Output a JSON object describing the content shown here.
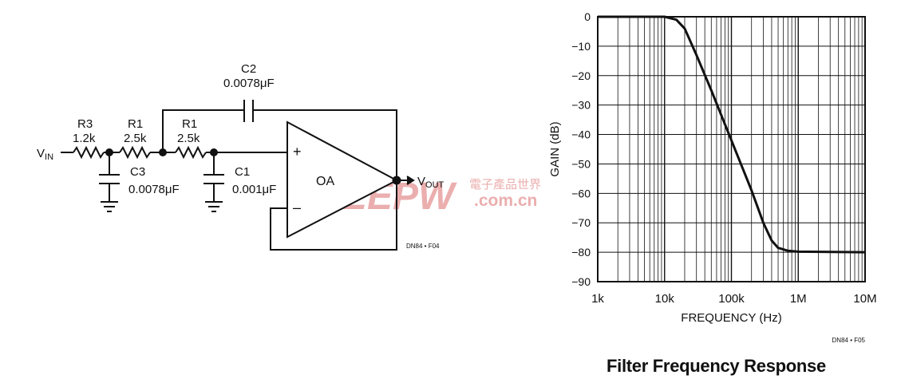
{
  "schematic": {
    "vin": "V",
    "vin_sub": "IN",
    "vout": "V",
    "vout_sub": "OUT",
    "r3": {
      "name": "R3",
      "value": "1.2k"
    },
    "r1a": {
      "name": "R1",
      "value": "2.5k"
    },
    "r1b": {
      "name": "R1",
      "value": "2.5k"
    },
    "c2": {
      "name": "C2",
      "value": "0.0078μF"
    },
    "c3": {
      "name": "C3",
      "value": "0.0078μF"
    },
    "c1": {
      "name": "C1",
      "value": "0.001μF"
    },
    "opamp": "OA",
    "plus": "+",
    "minus": "–",
    "code": "DN84 • F04"
  },
  "watermark": {
    "logo": "EEPW",
    "cn": "電子產品世界",
    "url": ".com.cn",
    "color": "#e8a0a0"
  },
  "chart_data": {
    "type": "line",
    "xlabel": "FREQUENCY (Hz)",
    "ylabel": "GAIN (dB)",
    "x_scale": "log",
    "xlim": [
      1000,
      10000000
    ],
    "ylim": [
      -90,
      0
    ],
    "x_ticks": [
      {
        "value": 1000,
        "label": "1k"
      },
      {
        "value": 10000,
        "label": "10k"
      },
      {
        "value": 100000,
        "label": "100k"
      },
      {
        "value": 1000000,
        "label": "1M"
      },
      {
        "value": 10000000,
        "label": "10M"
      }
    ],
    "y_ticks": [
      0,
      -10,
      -20,
      -30,
      -40,
      -50,
      -60,
      -70,
      -80,
      -90
    ],
    "grid": true,
    "code": "DN84 • F05",
    "series": [
      {
        "x": [
          1000,
          5000,
          10000,
          15000,
          20000,
          30000,
          50000,
          100000,
          200000,
          300000,
          400000,
          500000,
          700000,
          1000000,
          10000000
        ],
        "y": [
          0,
          0,
          0,
          -1,
          -4,
          -13,
          -25,
          -42,
          -59,
          -70,
          -76,
          -78.5,
          -79.5,
          -79.8,
          -80
        ]
      }
    ]
  },
  "caption": "Filter Frequency Response"
}
